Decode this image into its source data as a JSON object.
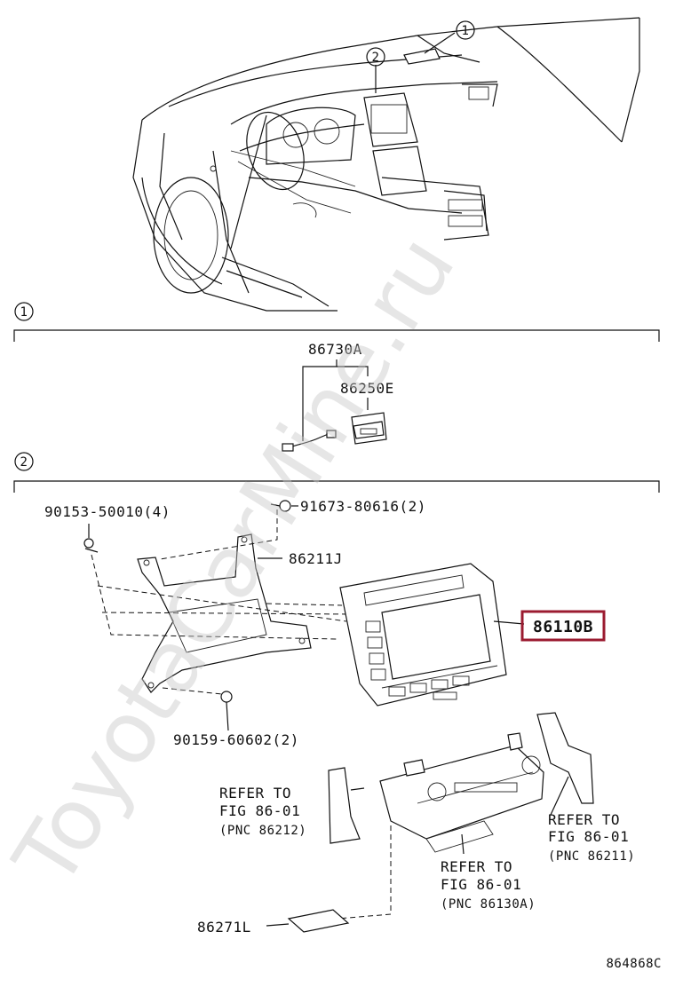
{
  "watermark": "ToyotaCarMine.ru",
  "callouts": {
    "one": "1",
    "two": "2"
  },
  "section1": {
    "marker": "1",
    "part_main": "86730A",
    "part_sub": "86250E"
  },
  "section2": {
    "marker": "2",
    "bolt_left": "90153-50010(4)",
    "bolt_top": "91673-80616(2)",
    "bracket": "86211J",
    "bolt_bottom": "90159-60602(2)",
    "display": "86110B",
    "refer_left": [
      "REFER TO",
      "FIG 86-01",
      "(PNC 86212)"
    ],
    "refer_right": [
      "REFER TO",
      "FIG 86-01",
      "(PNC 86211)"
    ],
    "refer_center": [
      "REFER TO",
      "FIG 86-01",
      "(PNC 86130A)"
    ],
    "bottom_part": "86271L"
  },
  "figure_code": "864868C",
  "colors": {
    "highlight": "#9b1b30",
    "line": "#111111",
    "watermark": "#c8c8c8"
  }
}
